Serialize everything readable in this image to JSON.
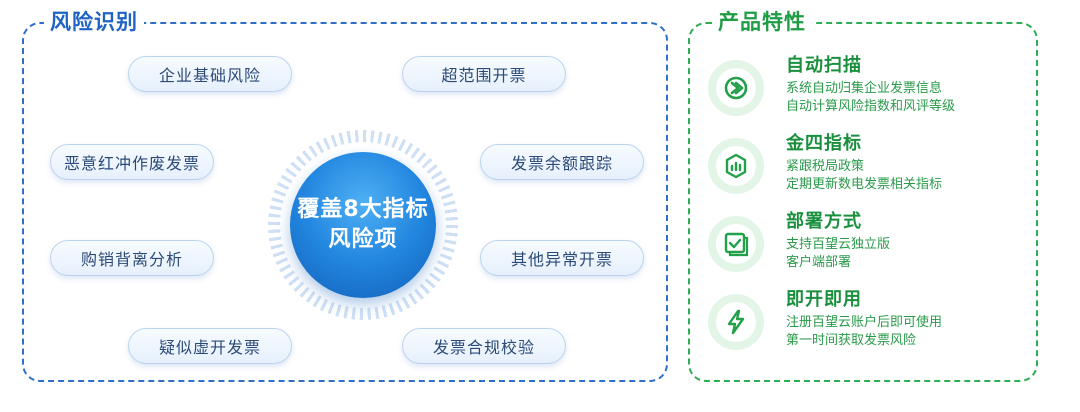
{
  "risk_panel": {
    "title": "风险识别",
    "center": {
      "line1": "覆盖8大指标",
      "line2": "风险项"
    },
    "items": [
      "企业基础风险",
      "超范围开票",
      "恶意红冲作废发票",
      "发票余额跟踪",
      "购销背离分析",
      "其他异常开票",
      "疑似虚开发票",
      "发票合规校验"
    ]
  },
  "feature_panel": {
    "title": "产品特性",
    "features": [
      {
        "icon": "auto-scan-icon",
        "title": "自动扫描",
        "lines": [
          "系统自动归集企业发票信息",
          "自动计算风险指数和风评等级"
        ]
      },
      {
        "icon": "chart-icon",
        "title": "金四指标",
        "lines": [
          "紧跟税局政策",
          "定期更新数电发票相关指标"
        ]
      },
      {
        "icon": "checkbox-icon",
        "title": "部署方式",
        "lines": [
          "支持百望云独立版",
          "客户端部署"
        ]
      },
      {
        "icon": "lightning-icon",
        "title": "即开即用",
        "lines": [
          "注册百望云账户后即可使用",
          "第一时间获取发票风险"
        ]
      }
    ]
  },
  "colors": {
    "blue": "#1f63c4",
    "green": "#1a8f3d",
    "center_blue": "#2286df"
  }
}
